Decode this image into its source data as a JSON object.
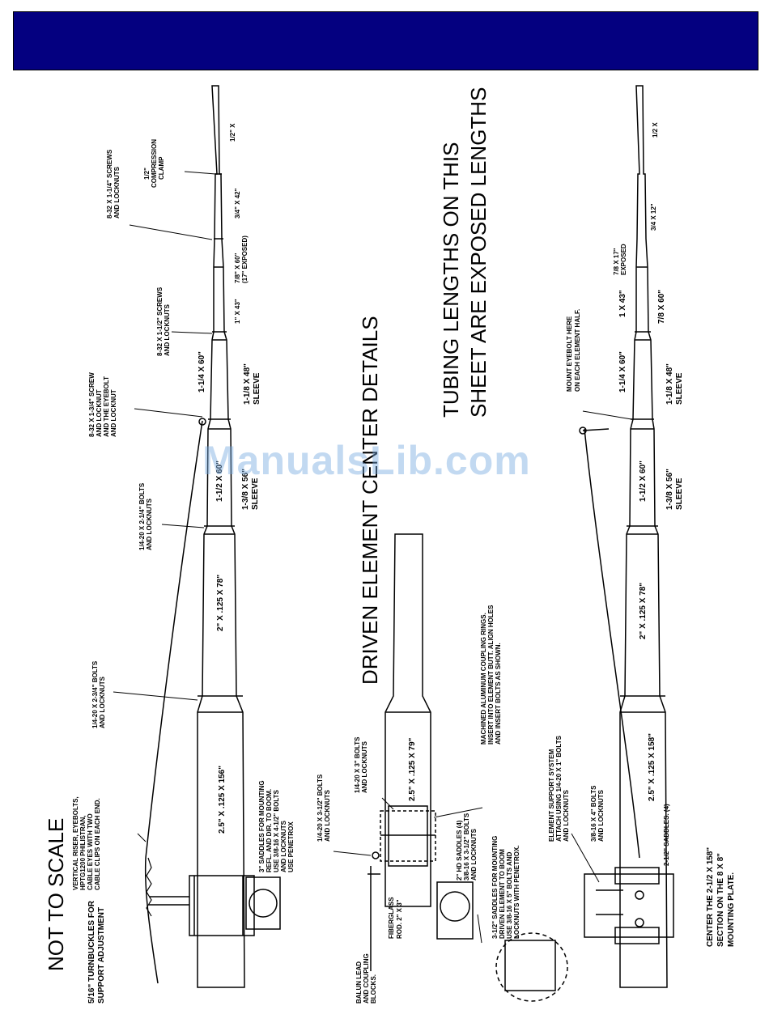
{
  "header": {
    "color": "#040080"
  },
  "titles": {
    "not_to_scale": "NOT TO SCALE",
    "driven_element": "DRIVEN ELEMENT CENTER DETAILS",
    "tubing_line1": "TUBING LENGTHS ON THIS",
    "tubing_line2": "SHEET ARE EXPOSED LENGTHS"
  },
  "turnbuckles": [
    "5/16\" TURNBUCKLES FOR",
    "SUPPORT ADJUSTMENT"
  ],
  "riser": [
    "VERTICAL RISER, EYEBOLTS,",
    "HPTG1200 PHILISTRAN,",
    "CABLE EYES WITH TWO",
    "CABLE CLIPS ON EACH END."
  ],
  "left_element": {
    "tubes": [
      "2.5\" X .125 X 156\"",
      "2\" X .125 X 78\"",
      "1-1/2 X 60\"",
      "1-1/4 X 60\"",
      "1\" X 43\"",
      "7/8\" X 60\"",
      "(17\" EXPOSED)",
      "3/4\" X 42\"",
      "1/2\" X"
    ],
    "sleeve_138": [
      "1-3/8 X 56\"",
      "SLEEVE"
    ],
    "sleeve_118": [
      "1-1/8 X 48\"",
      "SLEEVE"
    ],
    "bolts_234": [
      "1/4-20 X 2-3/4\" BOLTS",
      "AND LOCKNUTS"
    ],
    "bolts_214": [
      "1/4-20 X 2-1/4\" BOLTS",
      "AND LOCKNUTS"
    ],
    "screw_134": [
      "8-32 X 1-3/4\" SCREW",
      "AND LOCKNUT",
      "AND THE EYEBOLT",
      "AND LOCKNUT"
    ],
    "screws_112": [
      "8-32 X 1-1/2\" SCREWS",
      "AND LOCKNUTS"
    ],
    "screws_114": [
      "8-32 X 1-1/4\" SCREWS",
      "AND LOCKNUTS"
    ],
    "clamp": [
      "1/2\"",
      "COMPRESSION",
      "CLAMP"
    ],
    "saddles": [
      "3\" SADDLES FOR MOUNTING",
      "REFL. AND DIR. TO BOOM.",
      "USE 3/8-16 X 4-1/2\" BOLTS",
      "AND LOCKNUTS",
      "USE PENETROX"
    ]
  },
  "center_detail": {
    "balun": [
      "BALUN LEAD",
      "AND COUPLING",
      "BLOCKS."
    ],
    "fiberglass": [
      "FIBERGLASS",
      "ROD. 2\" X 3\""
    ],
    "tube": "2.5\" X .125 X 79\"",
    "bolts_312": [
      "1/4-20 X 3-1/2\" BOLTS",
      "AND LOCKNUTS"
    ],
    "bolts_3": [
      "1/4-20 X 3\" BOLTS",
      "AND LOCKNUTS"
    ],
    "hd_saddles": [
      "2\" HD SADDLES (4)",
      "3/8-16 X 3-1/2\" BOLTS",
      "AND LOCKNUTS"
    ],
    "saddles_312": [
      "3-1/2\" SADDLES FOR MOUNTING",
      "DRIVEN ELEMENT TO BOOM",
      "USE 3/8-16 X 5\" BOLTS AND",
      "LOCKNUTS WITH PENETROX."
    ],
    "coupling": [
      "MACHINED ALUMINUM COUPLING RINGS.",
      "INSERT INTO ELEMENT BUTT. ALIGN HOLES",
      "AND INSERT BOLTS AS SHOWN."
    ]
  },
  "right_element": {
    "tubes": [
      "2.5\" X .125 X 158\"",
      "2\" X .125 X 78\"",
      "1-1/2 X 60\"",
      "1-1/4 X 60\"",
      "1 X 43\"",
      "7/8 X 60\"",
      "7/8 X 17\"",
      "EXPOSED",
      "3/4 X 12\"",
      "1/2 X"
    ],
    "sleeve_138": [
      "1-3/8 X 56\"",
      "SLEEVE"
    ],
    "sleeve_118": [
      "1-1/8 X 48\"",
      "SLEEVE"
    ],
    "eyebolt": [
      "MOUNT EYEBOLT HERE",
      "ON EACH ELEMENT HALF."
    ],
    "support": [
      "ELEMENT SUPPORT SYSTEM",
      "ATTACH USING 1/4-20 X 1\" BOLTS",
      "AND LOCKNUTS"
    ],
    "bolts_4": [
      "3/8-16 X 4\" BOLTS",
      "AND LOCKNUTS"
    ],
    "saddles_212": "2-1/2\" SADDLES. (4)",
    "center": [
      "CENTER THE 2-1/2 X 158\"",
      "SECTION ON THE 8 X 8\"",
      "MOUNTING PLATE."
    ]
  },
  "watermark": "ManualsLib.com"
}
